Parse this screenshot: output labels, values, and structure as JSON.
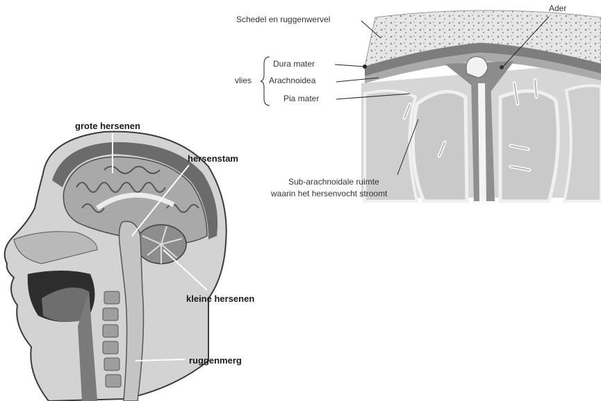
{
  "meninges": {
    "skull_label": "Schedel en ruggenwervel",
    "vein_label": "Ader",
    "group_label": "vlies",
    "dura_label": "Dura mater",
    "arachnoid_label": "Arachnoidea",
    "pia_label": "Pia mater",
    "subarachnoid_line1": "Sub-arachnoidale ruimte",
    "subarachnoid_line2": "waarin het hersenvocht stroomt"
  },
  "head": {
    "cerebrum_label": "grote hersenen",
    "brainstem_label": "hersenstam",
    "cerebellum_label": "kleine hersenen",
    "spinal_cord_label": "ruggenmerg"
  },
  "colors": {
    "line": "#222222",
    "bone": "#e9e9e9",
    "membrane": "#7d7d7d",
    "tissue": "#bdbdbd",
    "dark": "#555555"
  }
}
